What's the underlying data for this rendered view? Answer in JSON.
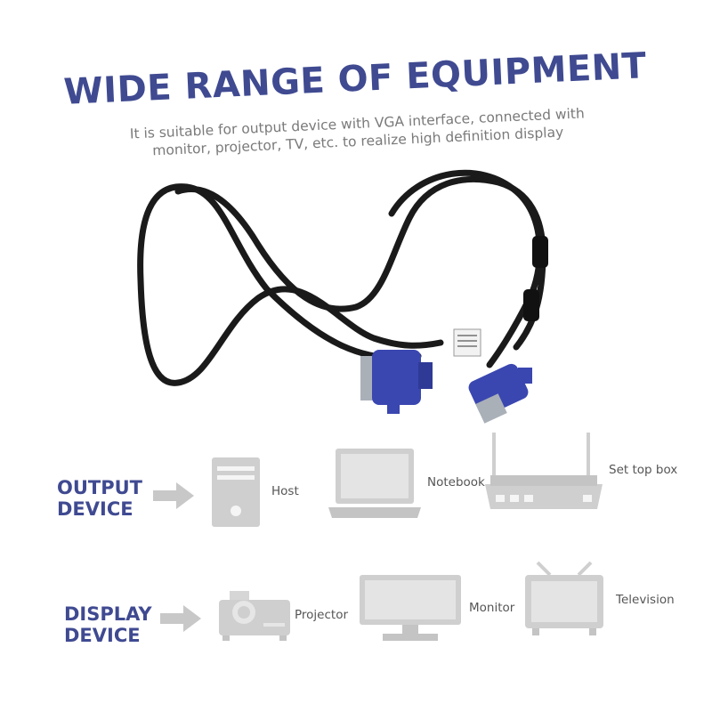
{
  "header": {
    "title": "WIDE RANGE OF EQUIPMENT",
    "subtitle_line1": "It is suitable for output device with VGA interface, connected with",
    "subtitle_line2": "monitor, projector, TV, etc. to realize high definition display"
  },
  "output_section": {
    "label_line1": "OUTPUT",
    "label_line2": "DEVICE",
    "devices": [
      {
        "label": "Host",
        "icon": "desktop-tower-icon"
      },
      {
        "label": "Notebook",
        "icon": "laptop-icon"
      },
      {
        "label": "Set top box",
        "icon": "set-top-box-icon"
      }
    ]
  },
  "display_section": {
    "label_line1": "DISPLAY",
    "label_line2": "DEVICE",
    "devices": [
      {
        "label": "Projector",
        "icon": "projector-icon"
      },
      {
        "label": "Monitor",
        "icon": "monitor-icon"
      },
      {
        "label": "Television",
        "icon": "television-icon"
      }
    ]
  },
  "colors": {
    "accent": "#3f4a91",
    "connector_blue": "#3a47b0",
    "cable": "#1a1a1a",
    "icon_gray": "#c8c8c8"
  }
}
